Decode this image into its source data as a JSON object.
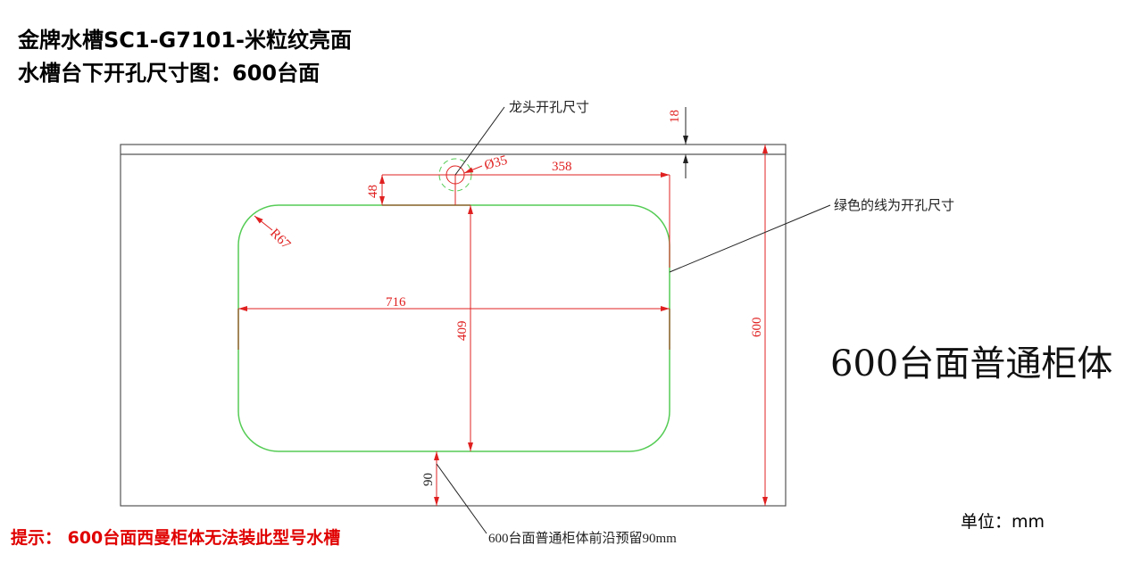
{
  "header": {
    "title_line1": "金牌水槽SC1-G7101-米粒纹亮面",
    "title_line2": "水槽台下开孔尺寸图：600台面"
  },
  "drawing": {
    "faucet_label": "龙头开孔尺寸",
    "green_line_label": "绿色的线为开孔尺寸",
    "front_edge_label": "600台面普通柜体前沿预留90mm",
    "cabinet_label": "600台面普通柜体",
    "dims": {
      "d18": "18",
      "d35": "Ø35",
      "d358": "358",
      "d48": "48",
      "r67": "R67",
      "d716": "716",
      "d409": "409",
      "d600": "600",
      "d90": "90"
    },
    "colors": {
      "outline": "#555555",
      "cutout": "#55cc55",
      "dimension": "#e02020",
      "tick": "#a0522d"
    }
  },
  "footer": {
    "hint": "提示： 600台面西曼柜体无法装此型号水槽",
    "unit": "单位：mm"
  }
}
